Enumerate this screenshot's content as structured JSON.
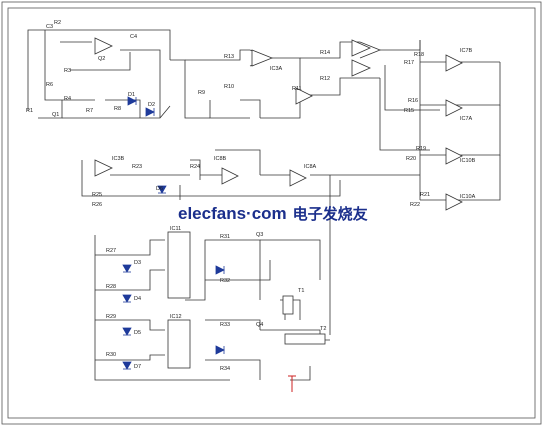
{
  "watermark": {
    "brand": "elecfans",
    "dotcom": "·com",
    "cn": "电子发烧友"
  },
  "colors": {
    "ink": "#2b2b2b",
    "wire": "#333333",
    "diode": "#1e3a9a",
    "marker": "#cc2222"
  },
  "labels": {
    "r1": "R1",
    "r2": "R2",
    "c3": "C3",
    "c4": "C4",
    "r3": "R3",
    "r4": "R4",
    "r6": "R6",
    "r7": "R7",
    "r8": "R8",
    "q1": "Q1",
    "q2": "Q2",
    "d1": "D1",
    "d2": "D2",
    "r13": "R13",
    "r14": "R14",
    "r9": "R9",
    "r10": "R10",
    "r12": "R12",
    "r11": "R11",
    "r18": "R18",
    "r17": "R17",
    "r16": "R16",
    "r15": "R15",
    "r19": "R19",
    "r20": "R20",
    "r21": "R21",
    "r22": "R22",
    "r23": "R23",
    "r24": "R24",
    "r25": "R25",
    "r26": "R26",
    "r27": "R27",
    "r28": "R28",
    "r29": "R29",
    "r30": "R30",
    "d3": "D3",
    "d4": "D4",
    "d5": "D5",
    "d6": "D6",
    "d7": "D7",
    "r31": "R31",
    "r32": "R32",
    "r33": "R33",
    "r34": "R34",
    "t1": "T1",
    "t2": "T2",
    "q3": "Q3",
    "q4": "Q4",
    "ic7b": "IC7B",
    "ic7a": "IC7A",
    "ic10b": "IC10B",
    "ic10a": "IC10A",
    "ic8b": "IC8B",
    "ic8a": "IC8A",
    "ic11": "IC11",
    "ic12": "IC12",
    "ic3b": "IC3B",
    "ic3a": "IC3A"
  }
}
